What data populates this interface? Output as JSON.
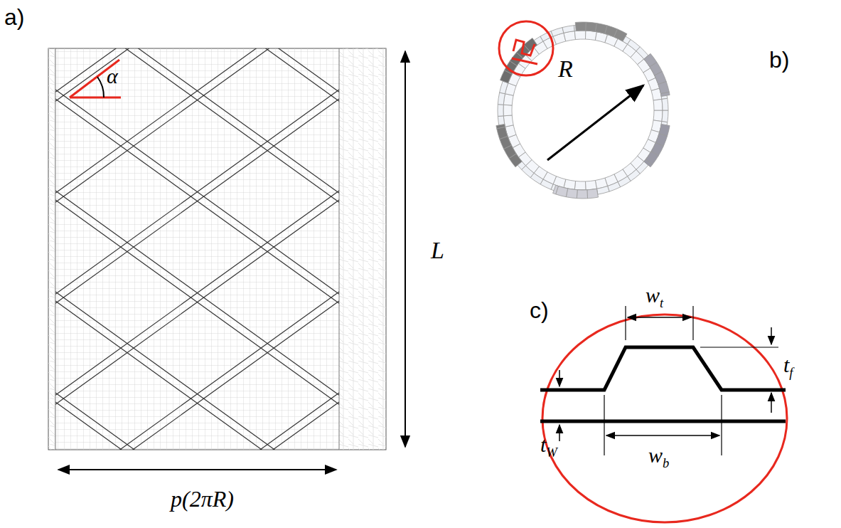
{
  "diagram": {
    "labels": [
      "a)",
      "b)",
      "c)",
      "α",
      "L",
      "p(2πR)",
      "R",
      "wt",
      "tf",
      "tW",
      "wb"
    ]
  }
}
